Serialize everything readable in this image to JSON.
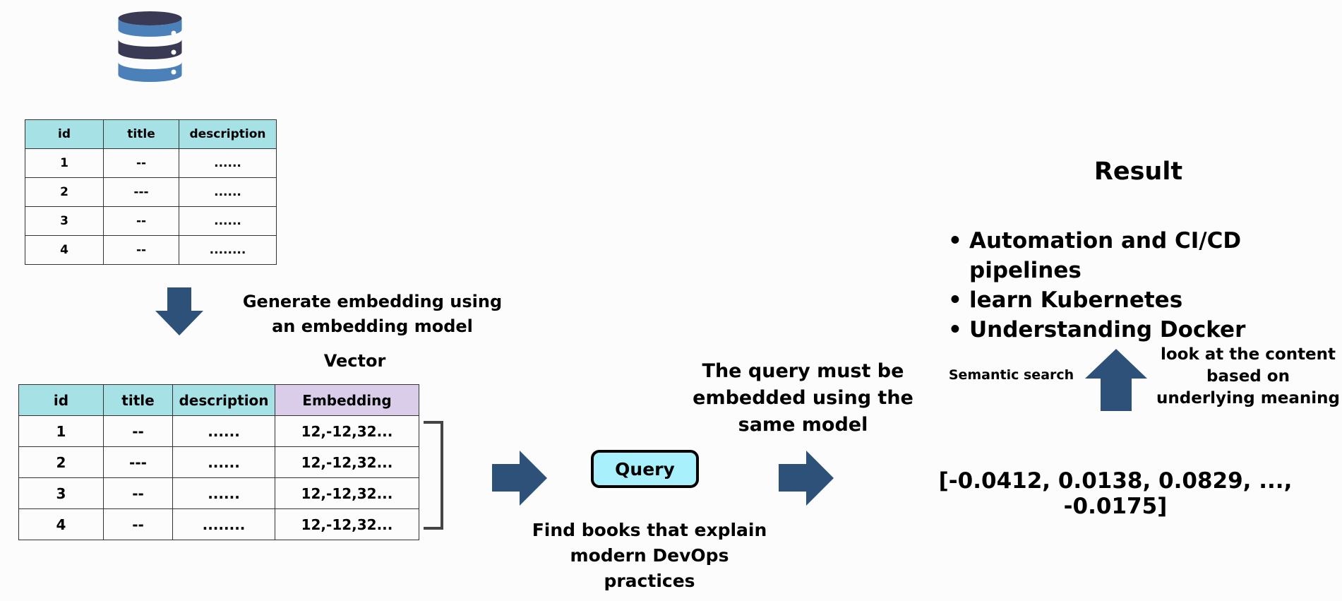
{
  "source_table": {
    "headers": [
      "id",
      "title",
      "description"
    ],
    "rows": [
      [
        "1",
        "--",
        "......"
      ],
      [
        "2",
        "---",
        "......"
      ],
      [
        "3",
        "--",
        "......"
      ],
      [
        "4",
        "--",
        "........"
      ]
    ]
  },
  "generate_label": "Generate embedding using an embedding model",
  "vector_label": "Vector",
  "vector_table": {
    "headers": [
      "id",
      "title",
      "description",
      "Embedding"
    ],
    "rows": [
      [
        "1",
        "--",
        "......",
        "12,-12,32..."
      ],
      [
        "2",
        "---",
        "......",
        "12,-12,32..."
      ],
      [
        "3",
        "--",
        "......",
        "12,-12,32..."
      ],
      [
        "4",
        "--",
        "........",
        "12,-12,32..."
      ]
    ]
  },
  "query": {
    "button_label": "Query",
    "text": "Find books that explain modern DevOps practices",
    "embed_note": "The query must be embedded using the same model"
  },
  "vector_output": "[-0.0412, 0.0138, 0.0829, ..., -0.0175]",
  "semantic_search_label": "Semantic search",
  "meaning_note": "look at the content based on underlying meaning",
  "result": {
    "title": "Result",
    "items": [
      "Automation and CI/CD pipelines",
      "learn Kubernetes",
      "Understanding Docker"
    ]
  },
  "colors": {
    "arrow": "#2d5178",
    "header_cyan": "#a6e1e6",
    "header_purple": "#d9cdea",
    "query_fill": "#a9f0fd",
    "db_light": "#4b80b9",
    "db_dark": "#3a3a54"
  }
}
